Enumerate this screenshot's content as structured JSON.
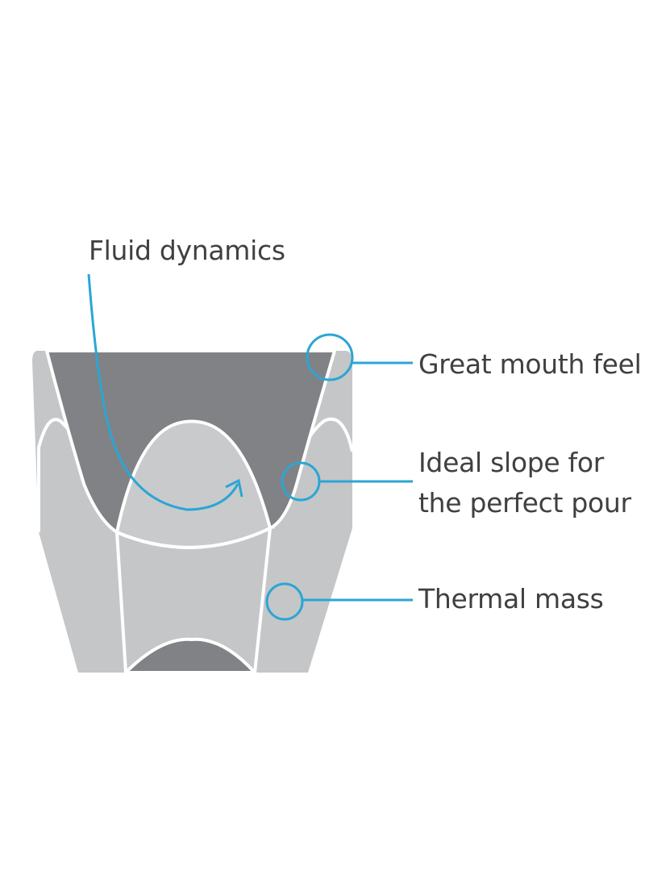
{
  "colors": {
    "outer_body": "#c5c6c8",
    "inner_dark": "#818285",
    "inner_light": "#d3d4d6",
    "outline": "#ffffff",
    "accent": "#2ba6d4",
    "text": "#3f4041"
  },
  "callouts": {
    "fluid_dynamics": "Fluid dynamics",
    "mouth_feel": "Great mouth feel",
    "slope_line1": "Ideal slope for",
    "slope_line2": "the perfect pour",
    "thermal_mass": "Thermal mass"
  }
}
